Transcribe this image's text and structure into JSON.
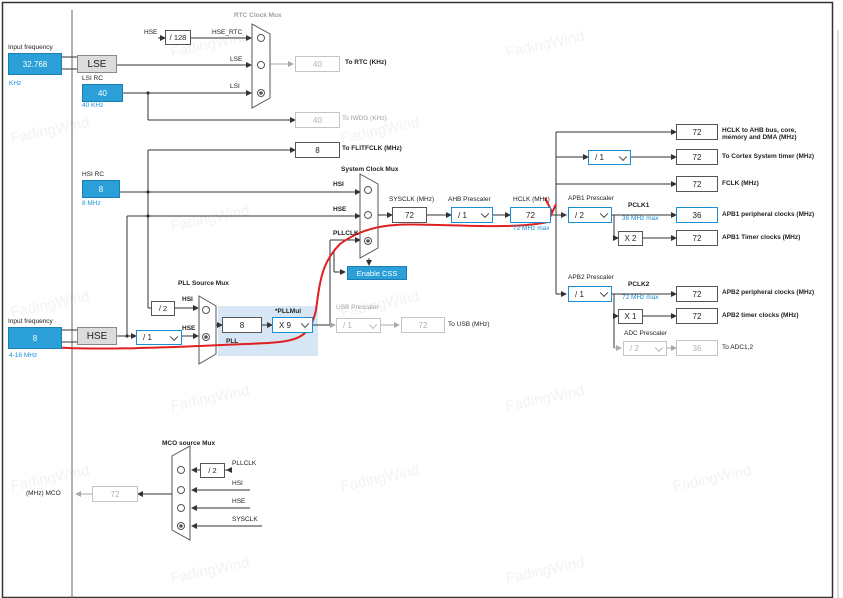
{
  "watermark": "FadingWind",
  "colors": {
    "accent": "#2a9fd8",
    "path": "#e02020",
    "pll_highlight": "#d6e6f4"
  },
  "input_lse": {
    "title": "Input frequency",
    "value": "32.768",
    "unit": "KHz",
    "source": "LSE"
  },
  "lsi": {
    "title": "LSI RC",
    "value": "40",
    "unit": "40 KHz"
  },
  "hsi": {
    "title": "HSI RC",
    "value": "8",
    "unit": "8 MHz"
  },
  "input_hse": {
    "title": "Input frequency",
    "value": "8",
    "range": "4-16 MHz",
    "source": "HSE"
  },
  "rtc": {
    "title": "RTC Clock Mux",
    "hse_label": "HSE",
    "div_label": "/ 128",
    "hse_rtc": "HSE_RTC",
    "lse": "LSE",
    "lsi": "LSI",
    "value": "40",
    "dest": "To RTC (KHz)"
  },
  "iwdg": {
    "value": "40",
    "dest": "To IWDG (KHz)"
  },
  "flitf": {
    "value": "8",
    "dest": "To FLITFCLK (MHz)"
  },
  "sysmux": {
    "title": "System Clock Mux",
    "hsi": "HSI",
    "hse": "HSE",
    "pllclk": "PLLCLK",
    "css": "Enable CSS"
  },
  "sysclk": {
    "title": "SYSCLK (MHz)",
    "value": "72"
  },
  "ahb": {
    "title": "AHB Prescaler",
    "value": "/ 1"
  },
  "hclk": {
    "title": "HCLK (MHz)",
    "value": "72",
    "note": "72 MHz max"
  },
  "pllsrc": {
    "title": "PLL Source Mux",
    "div": "/ 2",
    "hsi": "HSI",
    "hse": "HSE",
    "hse_div": "/ 1",
    "pll": "PLL"
  },
  "pllmul": {
    "title": "*PLLMul",
    "input": "8",
    "value": "X 9"
  },
  "usb": {
    "title": "USB Prescaler",
    "value": "/ 1",
    "out": "72",
    "dest": "To USB (MHz)"
  },
  "outputs": {
    "hclk_ahb": {
      "value": "72",
      "dest": "HCLK to AHB bus, core, memory and DMA (MHz)"
    },
    "cortex": {
      "div": "/ 1",
      "value": "72",
      "dest": "To Cortex System timer (MHz)"
    },
    "fclk": {
      "value": "72",
      "dest": "FCLK (MHz)"
    }
  },
  "apb1": {
    "title": "APB1 Prescaler",
    "value": "/ 2",
    "pclk_title": "PCLK1",
    "note": "36 MHz max",
    "periph": "36",
    "periph_dest": "APB1 peripheral clocks (MHz)",
    "mult": "X 2",
    "timer": "72",
    "timer_dest": "APB1 Timer clocks (MHz)"
  },
  "apb2": {
    "title": "APB2 Prescaler",
    "value": "/ 1",
    "pclk_title": "PCLK2",
    "note": "72 MHz max",
    "periph": "72",
    "periph_dest": "APB2 peripheral clocks (MHz)",
    "mult": "X 1",
    "timer": "72",
    "timer_dest": "APB2 timer clocks (MHz)"
  },
  "adc": {
    "title": "ADC Prescaler",
    "value": "/ 2",
    "out": "36",
    "dest": "To ADC1,2"
  },
  "mco": {
    "title": "MCO source Mux",
    "div": "/ 2",
    "pllclk": "PLLCLK",
    "hsi": "HSI",
    "hse": "HSE",
    "sysclk": "SYSCLK",
    "out_label": "(MHz) MCO",
    "value": "72"
  }
}
